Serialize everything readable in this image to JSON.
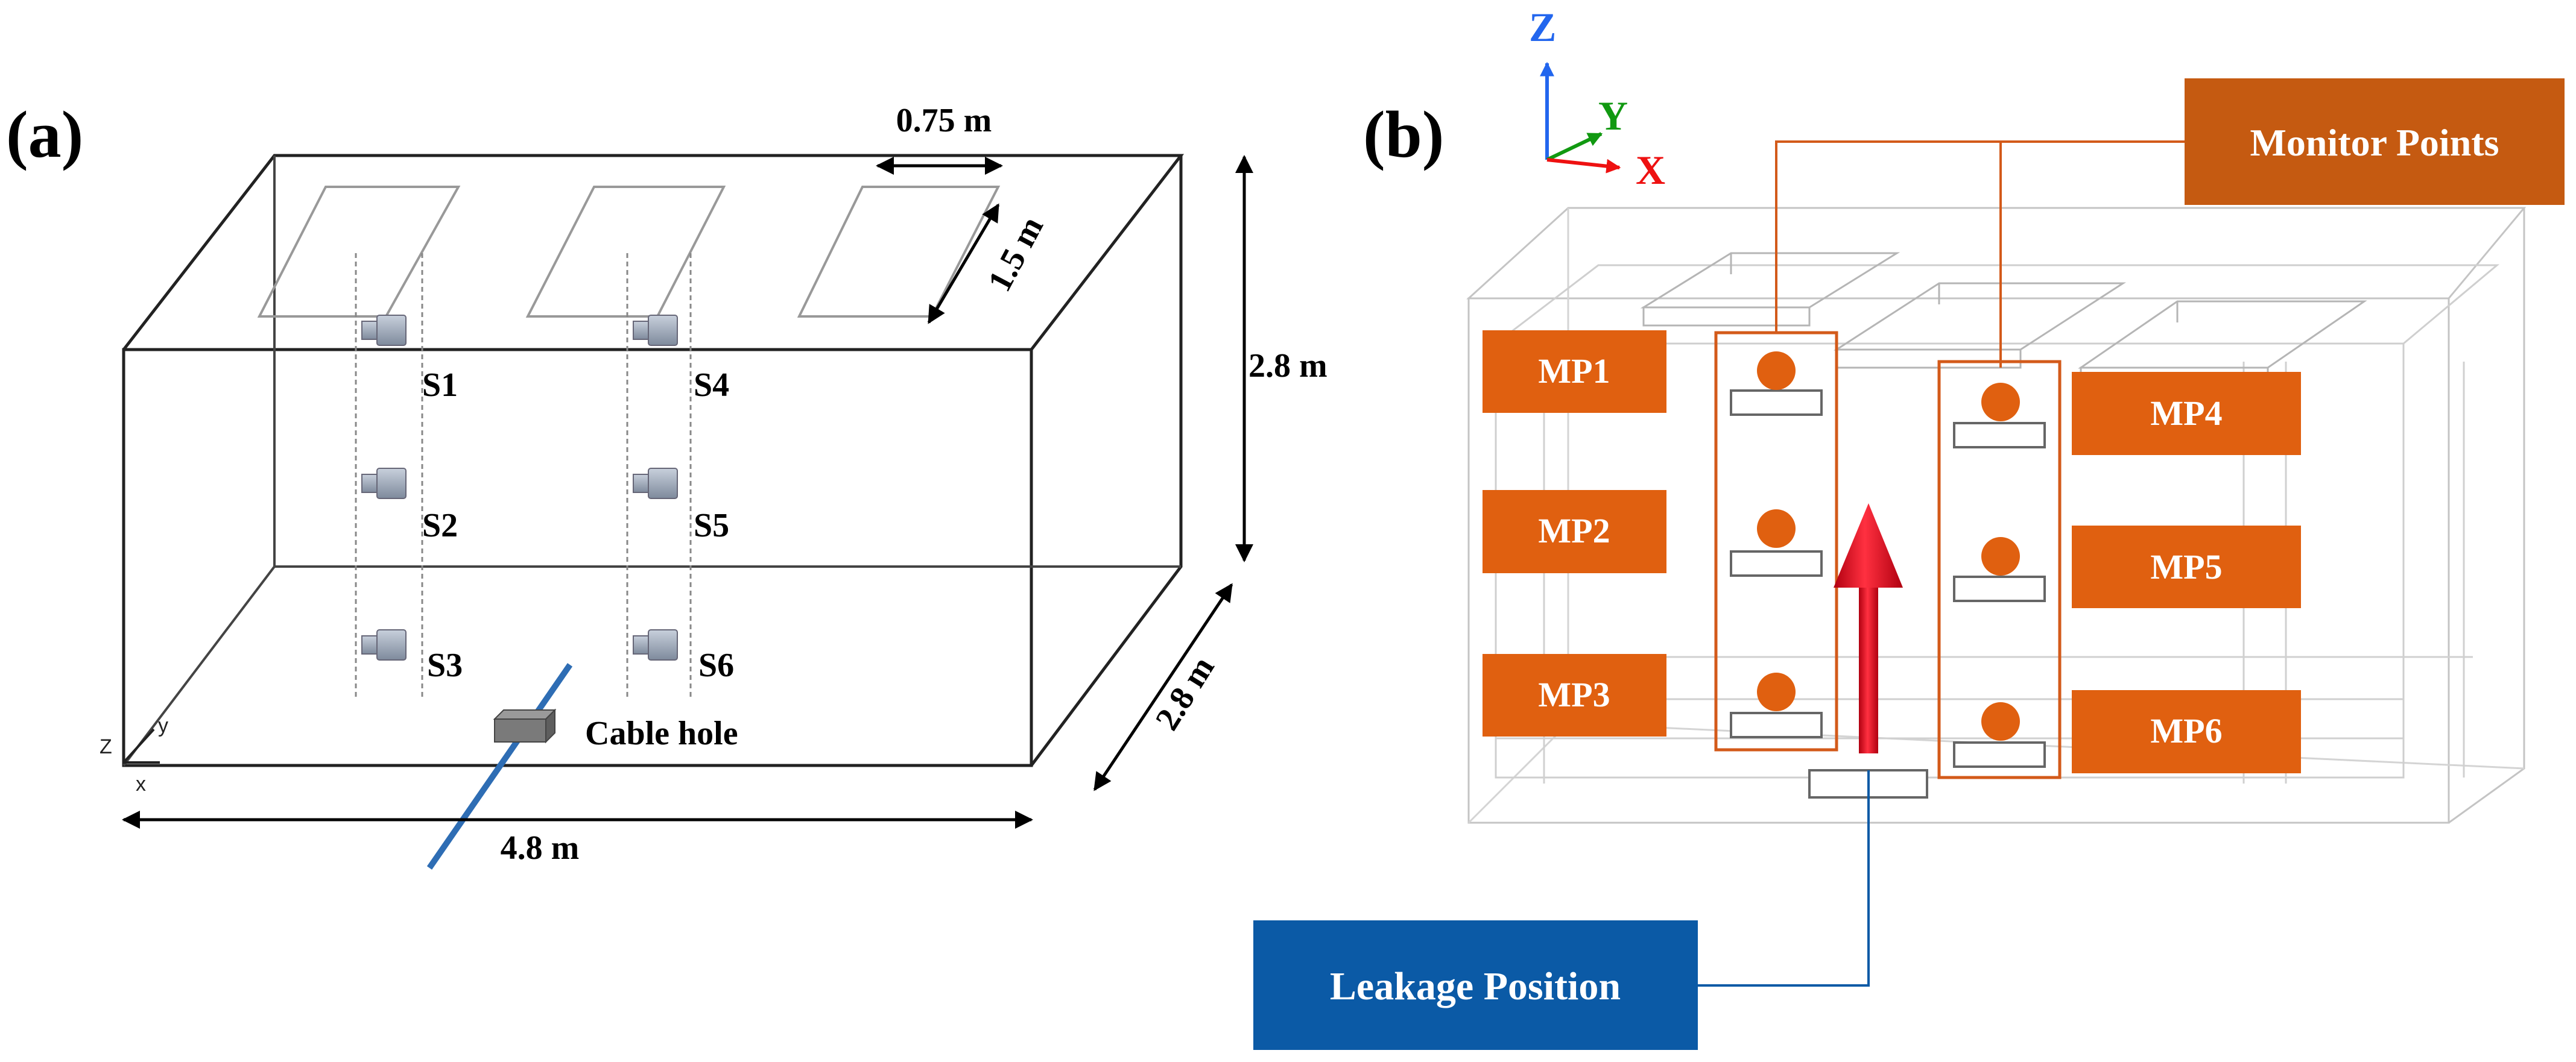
{
  "panel_a": {
    "label": "(a)",
    "dims": {
      "top_width": "0.75 m",
      "top_depth": "1.5 m",
      "height": "2.8 m",
      "depth": "2.8 m",
      "length": "4.8 m"
    },
    "sensors": [
      "S1",
      "S2",
      "S3",
      "S4",
      "S5",
      "S6"
    ],
    "cable_hole": "Cable hole",
    "mini_axes": {
      "z": "Z",
      "y": "y",
      "x": "x"
    }
  },
  "panel_b": {
    "label": "(b)",
    "axes": {
      "z": "Z",
      "y": "Y",
      "x": "X"
    },
    "monitor_points_title": "Monitor Points",
    "monitor_points": [
      "MP1",
      "MP2",
      "MP3",
      "MP4",
      "MP5",
      "MP6"
    ],
    "leakage_label": "Leakage Position"
  },
  "colors": {
    "orange": "#E06010",
    "dark_orange": "#C55A11",
    "blue_box": "#0B5AA6",
    "cable": "#2E6DB4",
    "arrow": "#E0101E",
    "axis_z": "#2266EE",
    "axis_y": "#119911",
    "axis_x": "#EE1111"
  }
}
